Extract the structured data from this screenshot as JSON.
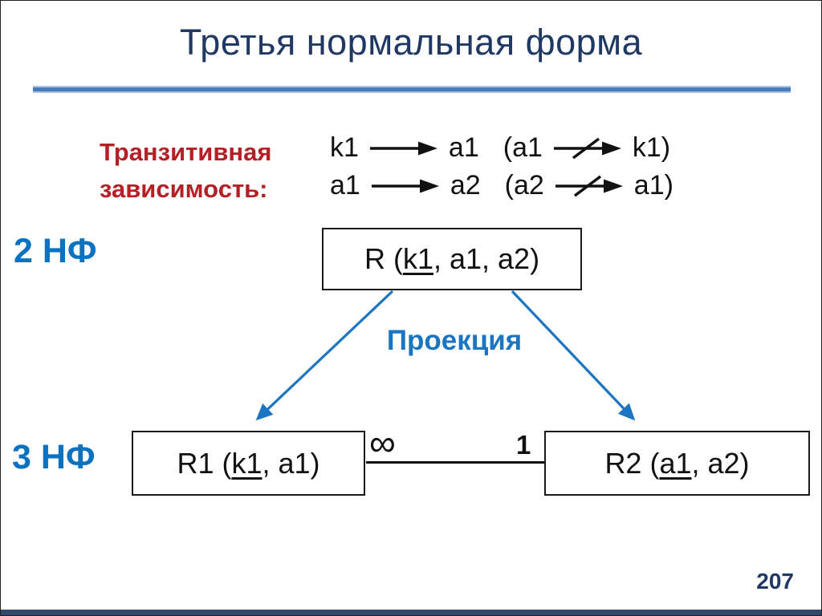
{
  "slide": {
    "title": "Третья нормальная форма",
    "page_number": "207"
  },
  "dependency": {
    "label_line1": "Транзитивная",
    "label_line2": "зависимость:",
    "rows": [
      {
        "from": "k1",
        "to": "a1",
        "neg_open": "(a1",
        "neg_close": "k1)"
      },
      {
        "from": "a1",
        "to": "a2",
        "neg_open": "(a2",
        "neg_close": "a1)"
      }
    ]
  },
  "diagram": {
    "nf2_label": "2 НФ",
    "nf3_label": "3 НФ",
    "projection_label": "Проекция",
    "relation_r": {
      "pre": "R (",
      "key": "k1",
      "post": ", a1, a2)"
    },
    "relation_r1": {
      "pre": "R1 (",
      "key": "k1",
      "post": ", a1)"
    },
    "relation_r2": {
      "pre": "R2 (",
      "key": "a1",
      "post": ", a2)"
    },
    "cardinality_many": "∞",
    "cardinality_one": "1"
  },
  "colors": {
    "title_navy": "#1F3864",
    "accent_blue": "#0B72C0",
    "arrow_blue": "#1B75C1",
    "label_red": "#B42025",
    "rule_blue": "#4A7DB8",
    "rule_edge_blue": "#AEC6E8",
    "bottom_bar": "#334A6D"
  }
}
